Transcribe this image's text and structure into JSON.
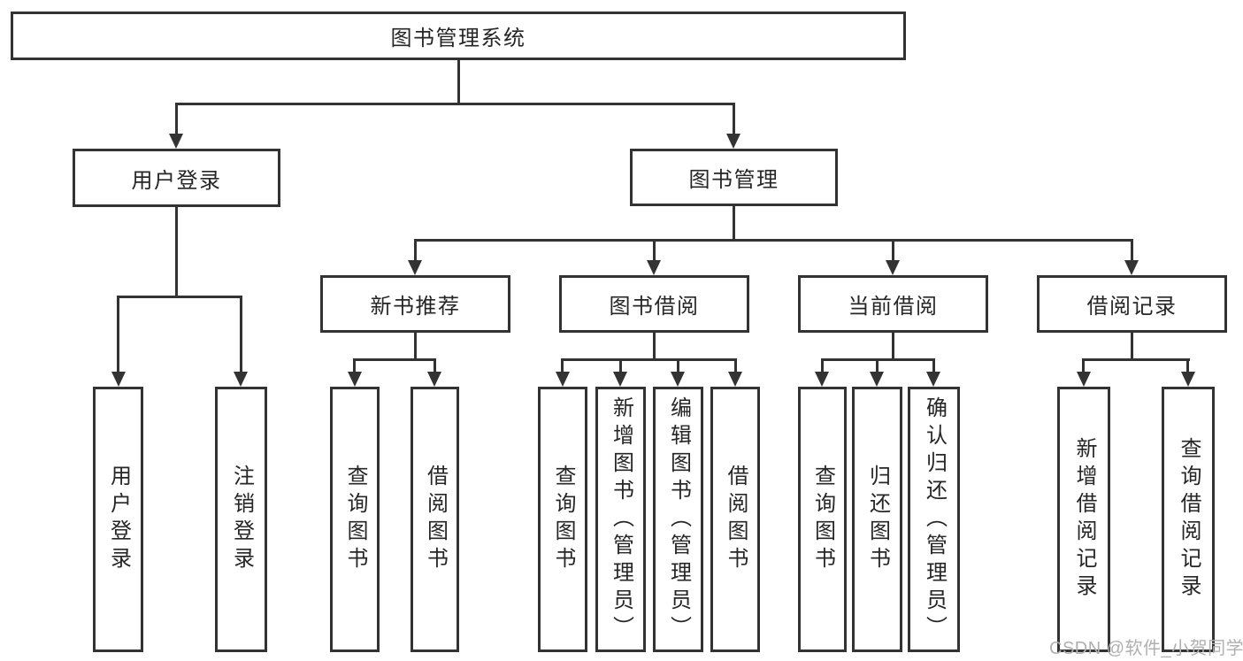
{
  "diagram": {
    "root": {
      "label": "图书管理系统"
    },
    "level1": [
      {
        "id": "user-login",
        "label": "用户登录"
      },
      {
        "id": "book-management",
        "label": "图书管理"
      }
    ],
    "level2": [
      {
        "id": "new-book-recommend",
        "label": "新书推荐",
        "group": "图书管理"
      },
      {
        "id": "book-borrow",
        "label": "图书借阅",
        "group": "图书管理"
      },
      {
        "id": "current-borrow",
        "label": "当前借阅",
        "group": "图书管理"
      },
      {
        "id": "borrow-record",
        "label": "借阅记录",
        "group": "图书管理"
      }
    ],
    "leaves": [
      {
        "group": "用户登录",
        "label": "用户登录"
      },
      {
        "group": "用户登录",
        "label": "注销登录"
      },
      {
        "group": "新书推荐",
        "label": "查询图书"
      },
      {
        "group": "新书推荐",
        "label": "借阅图书"
      },
      {
        "group": "图书借阅",
        "label": "查询图书"
      },
      {
        "group": "图书借阅",
        "label": "新增图书（管理员）"
      },
      {
        "group": "图书借阅",
        "label": "编辑图书（管理员）"
      },
      {
        "group": "图书借阅",
        "label": "借阅图书"
      },
      {
        "group": "当前借阅",
        "label": "查询图书"
      },
      {
        "group": "当前借阅",
        "label": "归还图书"
      },
      {
        "group": "当前借阅",
        "label": "确认归还（管理员）"
      },
      {
        "group": "借阅记录",
        "label": "新增借阅记录"
      },
      {
        "group": "借阅记录",
        "label": "查询借阅记录"
      }
    ]
  },
  "watermark": {
    "text": "CSDN @软件_小贺同学"
  },
  "colors": {
    "line": "#333333",
    "text": "#262626",
    "background": "#ffffff",
    "watermark_text": "#b0b0b0"
  }
}
